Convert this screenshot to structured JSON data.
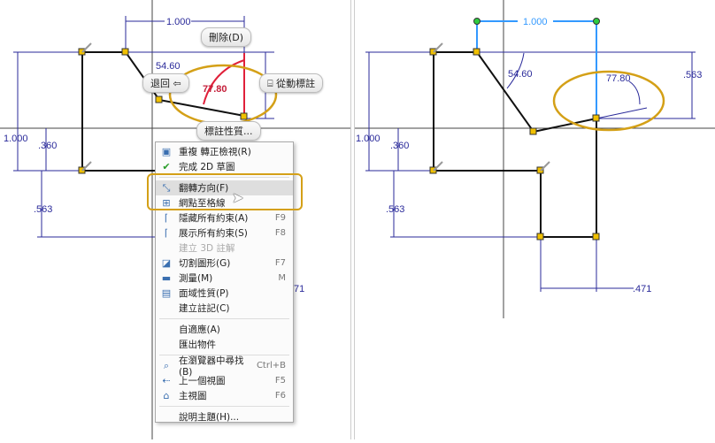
{
  "left_view": {
    "dimensions": {
      "top_width": "1.000",
      "angle_partial": "54.60",
      "angle": "77.80",
      "height_left": "1.000",
      "offset": ".360",
      "lower": ".563",
      "bottom_partial": "71"
    },
    "popups": {
      "delete": "刪除(D)",
      "back": "退回",
      "driven_dimension": "從動標註",
      "dimension_properties": "標註性質..."
    }
  },
  "context_menu": {
    "items": [
      {
        "label": "重複 轉正檢視(R)",
        "icon": "view-icon",
        "shortcut": ""
      },
      {
        "label": "完成 2D 草圖",
        "icon": "checkmark-icon",
        "shortcut": ""
      },
      {
        "label": "翻轉方向(F)",
        "icon": "flip-icon",
        "shortcut": ""
      },
      {
        "label": "網點至格線",
        "icon": "grid-icon",
        "shortcut": ""
      },
      {
        "label": "隱藏所有約束(A)",
        "icon": "hide-constraints-icon",
        "shortcut": "F9"
      },
      {
        "label": "展示所有約束(S)",
        "icon": "show-constraints-icon",
        "shortcut": "F8"
      },
      {
        "label": "建立 3D 註解",
        "icon": "",
        "shortcut": ""
      },
      {
        "label": "切割圖形(G)",
        "icon": "slice-icon",
        "shortcut": "F7"
      },
      {
        "label": "測量(M)",
        "icon": "measure-icon",
        "shortcut": "M"
      },
      {
        "label": "面域性質(P)",
        "icon": "region-icon",
        "shortcut": ""
      },
      {
        "label": "建立註記(C)",
        "icon": "",
        "shortcut": ""
      },
      {
        "label": "自適應(A)",
        "icon": "",
        "shortcut": ""
      },
      {
        "label": "匯出物件",
        "icon": "",
        "shortcut": ""
      },
      {
        "label": "在瀏覽器中尋找(B)",
        "icon": "browser-find-icon",
        "shortcut": "Ctrl+B"
      },
      {
        "label": "上一個視圖",
        "icon": "previous-view-icon",
        "shortcut": "F5"
      },
      {
        "label": "主視圖",
        "icon": "home-icon",
        "shortcut": "F6"
      },
      {
        "label": "說明主題(H)...",
        "icon": "",
        "shortcut": ""
      }
    ]
  },
  "right_view": {
    "dimensions": {
      "top_width": "1.000",
      "angle_partial": "54.60",
      "angle": "77.80",
      "right_height": ".563",
      "height_left": "1.000",
      "offset": ".360",
      "lower": ".563",
      "bottom": ".471"
    }
  },
  "colors": {
    "dim": "#2a2a9a",
    "highlight": "#d4a017",
    "selected": "#3399ff",
    "red": "#e0203a"
  }
}
